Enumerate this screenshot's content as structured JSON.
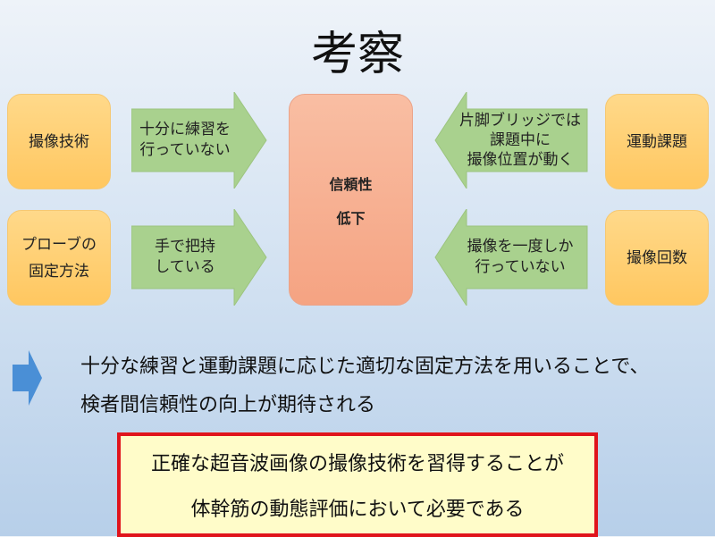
{
  "title": "考察",
  "left": {
    "boxes": [
      {
        "lines": [
          "撮像技術"
        ]
      },
      {
        "lines": [
          "プローブの",
          "固定方法"
        ]
      }
    ],
    "arrows": [
      {
        "lines": [
          "十分に練習を",
          "行っていない"
        ]
      },
      {
        "lines": [
          "手で把持",
          "している"
        ]
      }
    ]
  },
  "center": {
    "lines": [
      "信頼性",
      "低下"
    ]
  },
  "right": {
    "arrows": [
      {
        "lines": [
          "片脚ブリッジでは",
          "課題中に",
          "撮像位置が動く"
        ]
      },
      {
        "lines": [
          "撮像を一度しか",
          "行っていない"
        ]
      }
    ],
    "boxes": [
      {
        "lines": [
          "運動課題"
        ]
      },
      {
        "lines": [
          "撮像回数"
        ]
      }
    ]
  },
  "conclusion": {
    "lines": [
      "十分な練習と運動課題に応じた適切な固定方法を用いることで、",
      "検者間信頼性の向上が期待される"
    ]
  },
  "highlight": {
    "lines": [
      "正確な超音波画像の撮像技術を習得することが",
      "体幹筋の動態評価において必要である"
    ]
  },
  "colors": {
    "orange": "#ffc760",
    "green": "#a9d18e",
    "salmon": "#f5a382",
    "blue_arrow": "#4a8fd6",
    "red_border": "#e0141c"
  }
}
